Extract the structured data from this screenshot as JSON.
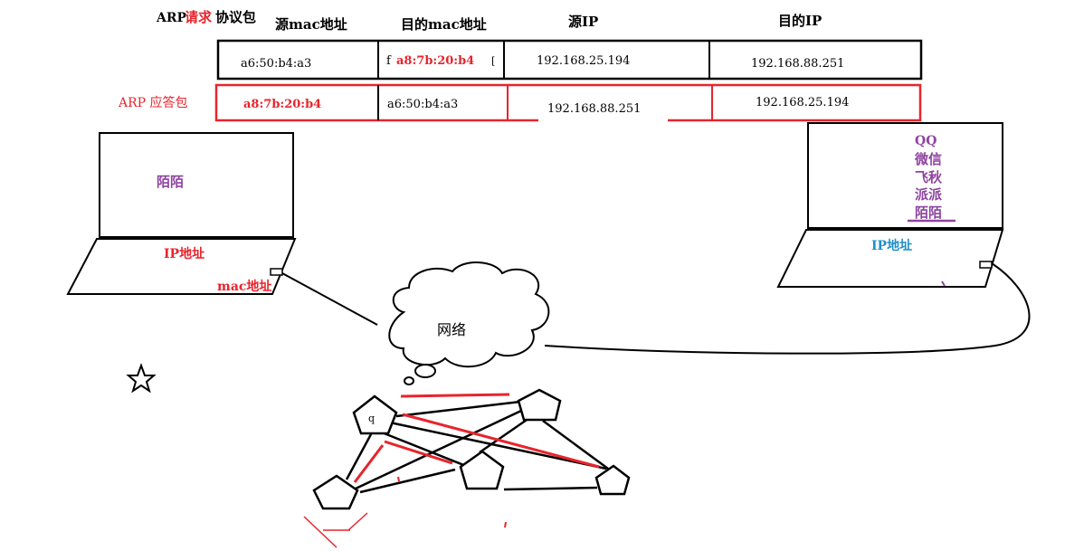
{
  "colors": {
    "black": "#000000",
    "red": "#e8242c",
    "purple": "#8e44a0",
    "blue": "#1e90c8"
  },
  "header": {
    "arp_prefix": "ARP",
    "request_word": "请求",
    "packet_word": "协议包",
    "col_src_mac": "源mac地址",
    "col_dst_mac": "目的mac地址",
    "col_src_ip": "源IP",
    "col_dst_ip": "目的IP"
  },
  "request_row": {
    "src_mac": "a6:50:b4:a3",
    "dst_mac_prefix": "f",
    "dst_mac": "a8:7b:20:b4",
    "dst_mac_cursor": "[",
    "src_ip": "192.168.25.194",
    "dst_ip": "192.168.88.251"
  },
  "reply_row": {
    "label": "ARP 应答包",
    "src_mac": "a8:7b:20:b4",
    "dst_mac": "a6:50:b4:a3",
    "src_ip": "192.168.88.251",
    "dst_ip": "192.168.25.194"
  },
  "left_laptop": {
    "app": "陌陌",
    "ip_label": "IP地址",
    "mac_label": "mac地址"
  },
  "right_laptop": {
    "apps": [
      "QQ",
      "微信",
      "飞秋",
      "派派",
      "陌陌"
    ],
    "ip_label": "IP地址"
  },
  "cloud": {
    "label": "网络"
  },
  "nodes": {
    "small_mark": "q"
  },
  "decor": {
    "star_icon": "star-icon"
  }
}
